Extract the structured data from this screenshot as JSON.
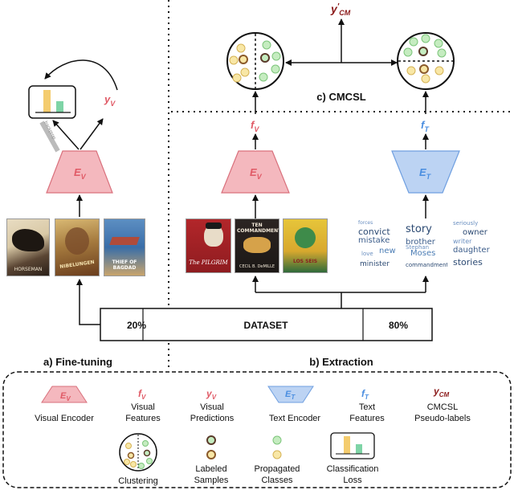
{
  "top_label": {
    "main": "y",
    "sup": "′",
    "sub": "CM"
  },
  "cmcsl_title": "c) CMCSL",
  "finetune": {
    "pred_main": "y",
    "pred_sub": "V",
    "loss_arrow_text": "backprop"
  },
  "encoders": {
    "visual": {
      "main": "E",
      "sub": "V"
    },
    "text": {
      "main": "E",
      "sub": "T"
    }
  },
  "features": {
    "visual": {
      "main": "f",
      "sub": "V"
    },
    "text": {
      "main": "f",
      "sub": "T"
    }
  },
  "posters": {
    "finetune": [
      "HORSEMAN",
      "NIBELUNGEN",
      "THIEF OF BAGDAD"
    ],
    "extraction": [
      "The PILGRIM",
      "TEN COMMANDMENTS",
      "LOS SEIS"
    ]
  },
  "wordclouds": [
    [
      "convict",
      "mistake",
      "new",
      "minister",
      "forces",
      "love"
    ],
    [
      "story",
      "brother",
      "Moses",
      "Stephan",
      "commandments"
    ],
    [
      "owner",
      "writer",
      "daughter",
      "stories",
      "seriously"
    ]
  ],
  "dataset": {
    "left": "20%",
    "center": "DATASET",
    "right": "80%"
  },
  "sections": {
    "finetuning": "a) Fine-tuning",
    "extraction": "b) Extraction"
  },
  "legend": {
    "visual_encoder": "Visual Encoder",
    "visual_features": [
      "Visual",
      "Features"
    ],
    "visual_predictions": [
      "Visual",
      "Predictions"
    ],
    "text_encoder": "Text Encoder",
    "text_features": [
      "Text",
      "Features"
    ],
    "cmcsl": [
      "CMCSL",
      "Pseudo-labels"
    ],
    "clustering": "Clustering",
    "labeled": [
      "Labeled",
      "Samples"
    ],
    "propagated": [
      "Propagated",
      "Classes"
    ],
    "class_loss": [
      "Classification",
      "Loss"
    ]
  },
  "colors": {
    "visual_fill": "#f4b8be",
    "visual_stroke": "#d9707c",
    "visual_text": "#e05a66",
    "text_fill": "#bcd3f3",
    "text_stroke": "#6f9fe0",
    "text_text": "#4a8ee0",
    "dot_yellow": "#f8e7a6",
    "dot_green": "#c5ecc0",
    "dot_edge_y": "#d6b356",
    "dot_edge_g": "#7cc57a",
    "bar_yellow": "#f4cc6e",
    "bar_green": "#7ed4a6"
  }
}
